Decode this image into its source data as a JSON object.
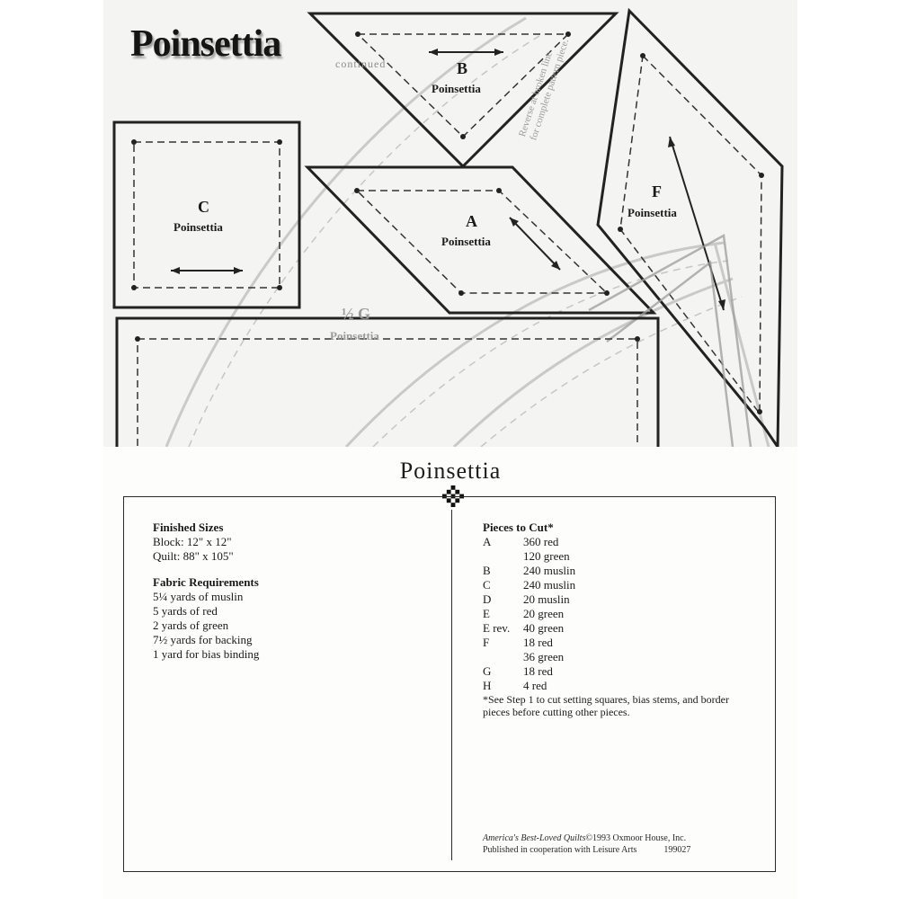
{
  "template": {
    "title": "Poinsettia",
    "continued": "continued",
    "pieces": [
      {
        "letter": "A",
        "name": "Poinsettia"
      },
      {
        "letter": "B",
        "name": "Poinsettia"
      },
      {
        "letter": "C",
        "name": "Poinsettia"
      },
      {
        "letter": "F",
        "name": "Poinsettia"
      },
      {
        "letter": "½ G",
        "name": "Poinsettia"
      }
    ],
    "rotated_note": [
      "Reverse at broken line",
      "for complete pattern piece."
    ]
  },
  "card": {
    "title": "Poinsettia",
    "finished_sizes": {
      "heading": "Finished Sizes",
      "lines": [
        "Block: 12\" x 12\"",
        "Quilt: 88\" x 105\""
      ]
    },
    "fabric_requirements": {
      "heading": "Fabric Requirements",
      "lines": [
        "5¼ yards of muslin",
        "5 yards of red",
        "2 yards of green",
        "7½ yards for backing",
        "1 yard for bias binding"
      ]
    },
    "pieces_to_cut": {
      "heading": "Pieces to Cut*",
      "rows": [
        {
          "code": "A",
          "qty": "360 red"
        },
        {
          "code": "",
          "qty": "120 green"
        },
        {
          "code": "B",
          "qty": "240 muslin"
        },
        {
          "code": "C",
          "qty": "240 muslin"
        },
        {
          "code": "D",
          "qty": "20 muslin"
        },
        {
          "code": "E",
          "qty": "20 green"
        },
        {
          "code": "E rev.",
          "qty": "40 green"
        },
        {
          "code": "F",
          "qty": "18 red"
        },
        {
          "code": "",
          "qty": "36 green"
        },
        {
          "code": "G",
          "qty": "18 red"
        },
        {
          "code": "H",
          "qty": "4 red"
        }
      ],
      "footnote": "*See Step 1 to cut setting squares, bias stems, and border pieces before cutting other pieces."
    },
    "footer": {
      "book": "America's Best-Loved Quilts",
      "copyright": "©1993 Oxmoor House, Inc.",
      "published": "Published in cooperation with Leisure Arts",
      "code": "199027"
    }
  }
}
